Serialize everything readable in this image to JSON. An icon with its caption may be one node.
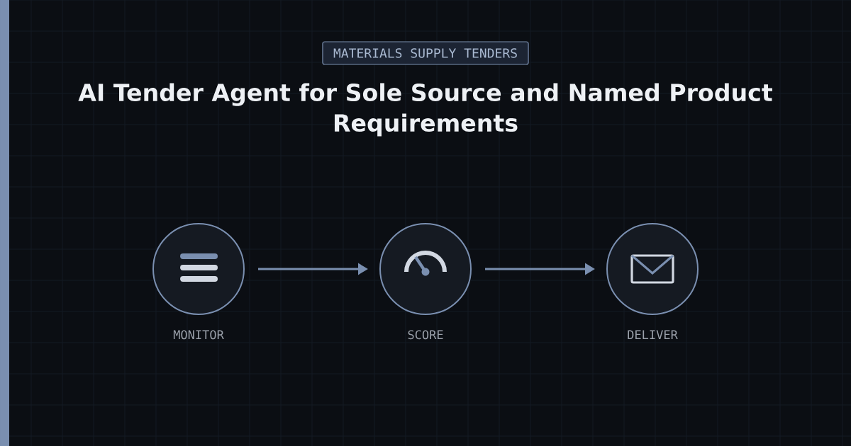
{
  "diagram": {
    "title": "AI Tender Agent for Sole Source and Named Product Requirements",
    "nodes": [
      {
        "text": [
          "MATERIALS SUPPLY TENDERS"
        ]
      },
      {
        "text": [],
        "shape": "circle",
        "beside": [
          "MONITOR"
        ]
      },
      {
        "text": [],
        "shape": "circle",
        "beside": [
          "SCORE"
        ]
      },
      {
        "text": [],
        "shape": "circle",
        "beside": [
          "DELIVER"
        ]
      }
    ],
    "edges": [
      {
        "from": 1,
        "to": 2,
        "arrow": "to"
      },
      {
        "from": 2,
        "to": 3,
        "arrow": "to"
      }
    ]
  }
}
